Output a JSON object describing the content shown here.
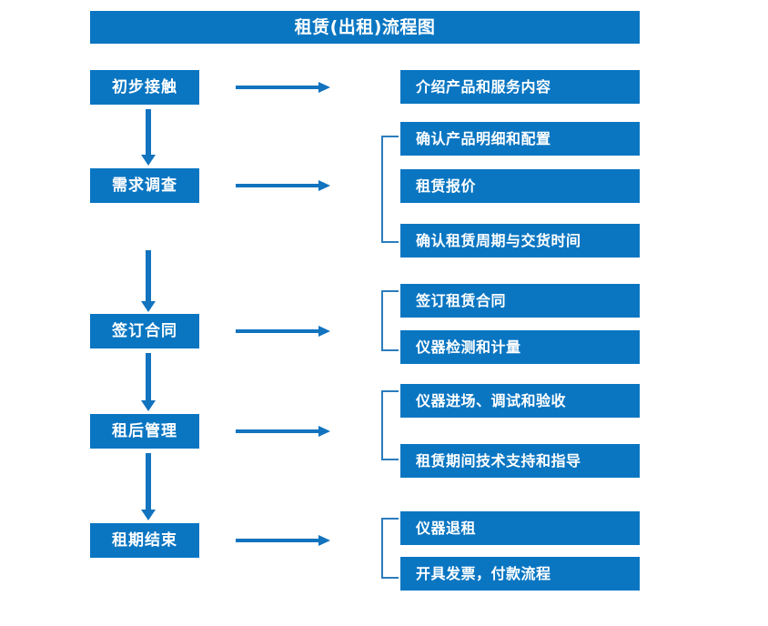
{
  "diagram": {
    "title": "租赁(出租)流程图",
    "accent_color": "#0a76c2",
    "connector_color": "#1273be",
    "bracket_color": "#2b7cbd",
    "text_color": "#ffffff",
    "background_color": "#ffffff"
  },
  "stages": [
    {
      "label": "初步接触"
    },
    {
      "label": "需求调查"
    },
    {
      "label": "签订合同"
    },
    {
      "label": "租后管理"
    },
    {
      "label": "租期结束"
    }
  ],
  "details": [
    {
      "label": "介绍产品和服务内容"
    },
    {
      "label": "确认产品明细和配置"
    },
    {
      "label": "租赁报价"
    },
    {
      "label": "确认租赁周期与交货时间"
    },
    {
      "label": "签订租赁合同"
    },
    {
      "label": "仪器检测和计量"
    },
    {
      "label": "仪器进场、调试和验收"
    },
    {
      "label": "租赁期间技术支持和指导"
    },
    {
      "label": "仪器退租"
    },
    {
      "label": "开具发票，付款流程"
    }
  ],
  "groups": [
    {
      "stage": "初步接触",
      "details": [
        "介绍产品和服务内容"
      ]
    },
    {
      "stage": "需求调查",
      "details": [
        "确认产品明细和配置",
        "租赁报价",
        "确认租赁周期与交货时间"
      ]
    },
    {
      "stage": "签订合同",
      "details": [
        "签订租赁合同",
        "仪器检测和计量"
      ]
    },
    {
      "stage": "租后管理",
      "details": [
        "仪器进场、调试和验收",
        "租赁期间技术支持和指导"
      ]
    },
    {
      "stage": "租期结束",
      "details": [
        "仪器退租",
        "开具发票，付款流程"
      ]
    }
  ]
}
